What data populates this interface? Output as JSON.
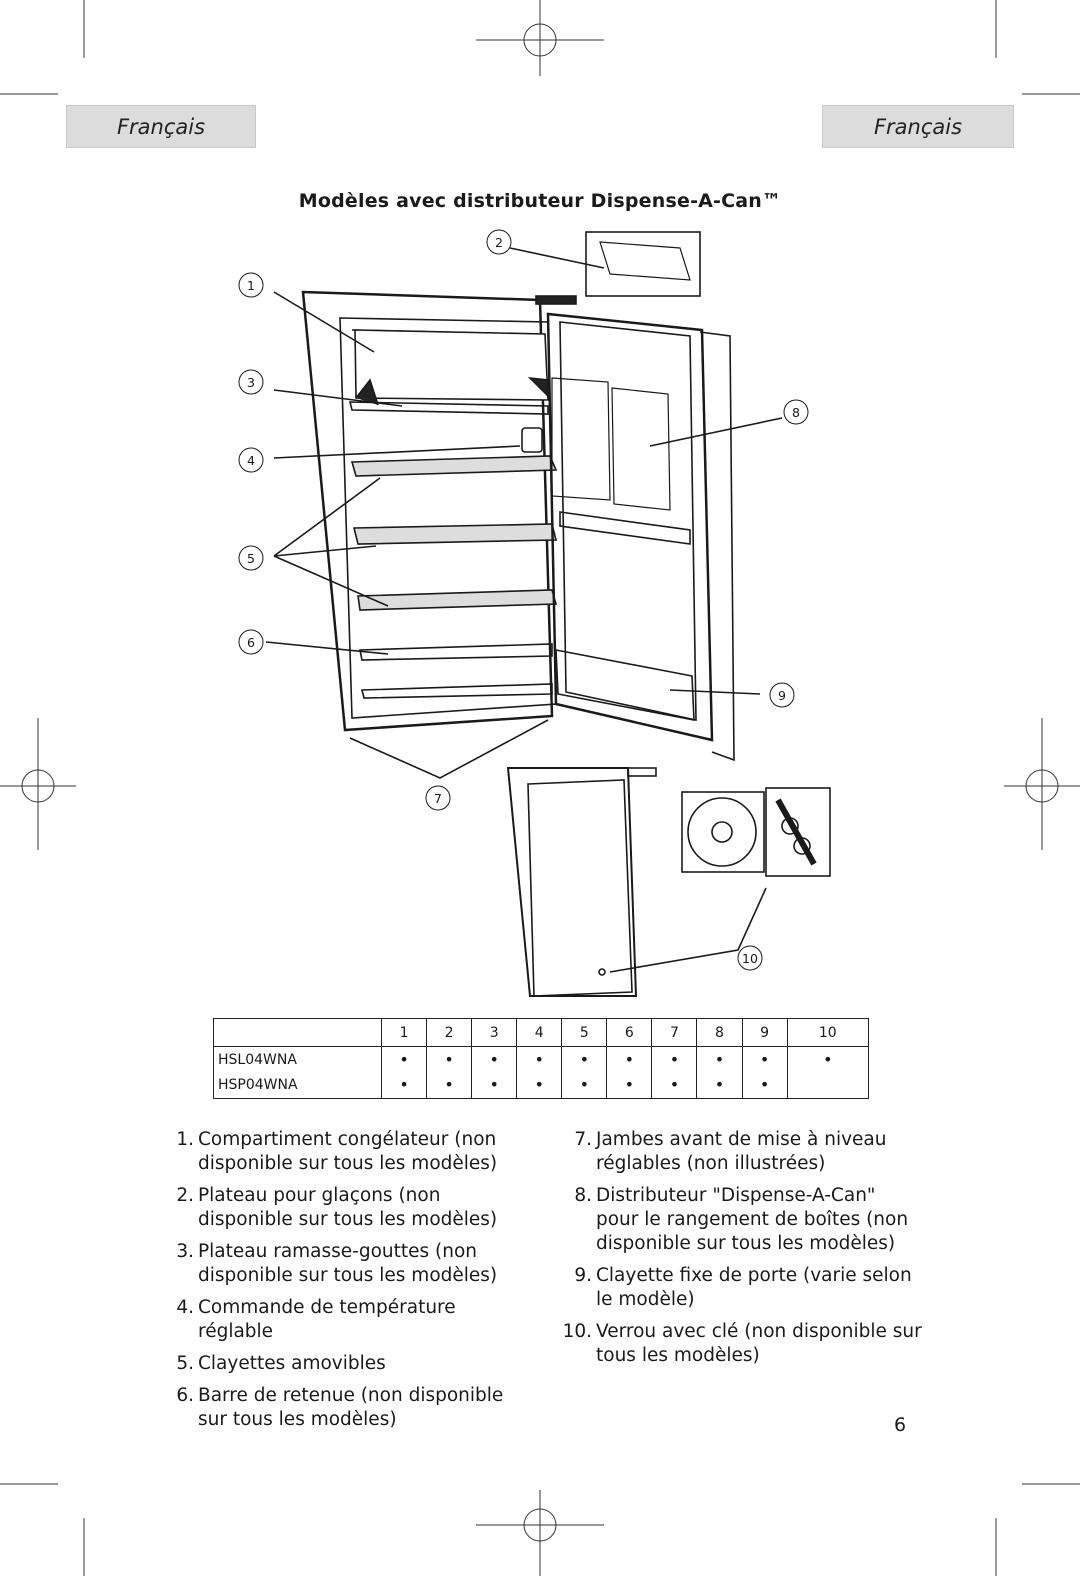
{
  "header": {
    "left_tab": "Français",
    "right_tab": "Français"
  },
  "section_title": "Modèles avec distributeur Dispense-A-Can™",
  "figure": {
    "callouts": [
      "1",
      "2",
      "3",
      "4",
      "5",
      "6",
      "7",
      "8",
      "9",
      "10"
    ]
  },
  "table": {
    "columns": [
      "1",
      "2",
      "3",
      "4",
      "5",
      "6",
      "7",
      "8",
      "9",
      "10"
    ],
    "rows": [
      {
        "model": "HSL04WNA",
        "marks": [
          "•",
          "•",
          "•",
          "•",
          "•",
          "•",
          "•",
          "•",
          "•",
          "•"
        ]
      },
      {
        "model": "HSP04WNA",
        "marks": [
          "•",
          "•",
          "•",
          "•",
          "•",
          "•",
          "•",
          "•",
          "•",
          ""
        ]
      }
    ]
  },
  "legend_left": [
    {
      "num": "1.",
      "text": "Compartiment congélateur (non disponible sur tous les modèles)"
    },
    {
      "num": "2.",
      "text": "Plateau pour glaçons (non disponible sur tous les modèles)"
    },
    {
      "num": "3.",
      "text": "Plateau ramasse-gouttes (non disponible sur tous les modèles)"
    },
    {
      "num": "4.",
      "text": "Commande de température réglable"
    },
    {
      "num": "5.",
      "text": "Clayettes amovibles"
    },
    {
      "num": "6.",
      "text": "Barre de retenue (non disponible sur tous les modèles)"
    }
  ],
  "legend_right": [
    {
      "num": "7.",
      "text": "Jambes avant de mise à niveau réglables (non illustrées)"
    },
    {
      "num": "8.",
      "text": "Distributeur \"Dispense-A-Can\" pour le rangement de boîtes (non disponible sur tous les modèles)"
    },
    {
      "num": "9.",
      "text": "Clayette fixe de porte (varie selon le modèle)"
    },
    {
      "num": "10.",
      "text": "Verrou avec clé (non disponible sur tous les modèles)"
    }
  ],
  "page_number": "6"
}
